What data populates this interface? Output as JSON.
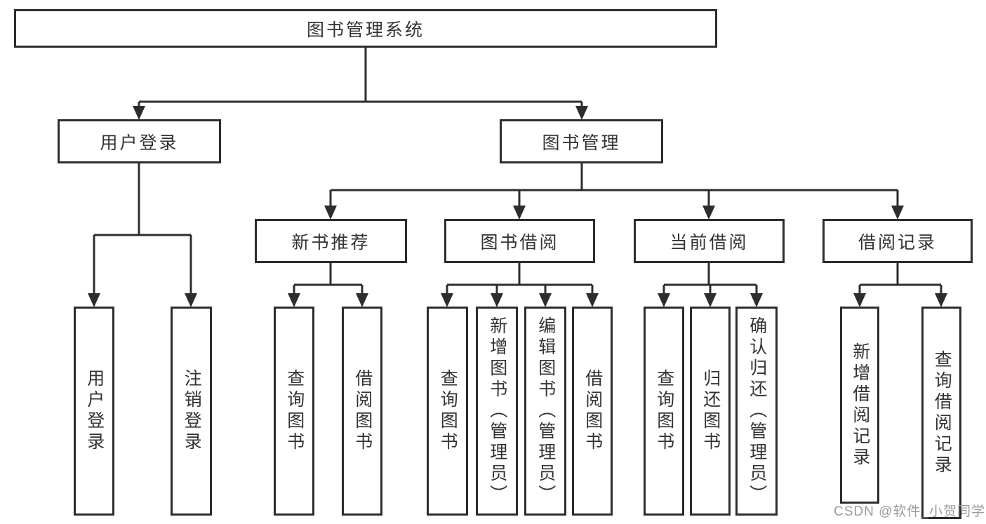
{
  "tree": {
    "root": {
      "label": "图书管理系统",
      "children": [
        {
          "label": "用户登录",
          "children": [
            {
              "label": "用户登录"
            },
            {
              "label": "注销登录"
            }
          ]
        },
        {
          "label": "图书管理",
          "children": [
            {
              "label": "新书推荐",
              "children": [
                {
                  "label": "查询图书"
                },
                {
                  "label": "借阅图书"
                }
              ]
            },
            {
              "label": "图书借阅",
              "children": [
                {
                  "label": "查询图书"
                },
                {
                  "label": "新增图书（管理员）"
                },
                {
                  "label": "编辑图书（管理员）"
                },
                {
                  "label": "借阅图书"
                }
              ]
            },
            {
              "label": "当前借阅",
              "children": [
                {
                  "label": "查询图书"
                },
                {
                  "label": "归还图书"
                },
                {
                  "label": "确认归还（管理员）"
                }
              ]
            },
            {
              "label": "借阅记录",
              "children": [
                {
                  "label": "新增借阅记录"
                },
                {
                  "label": "查询借阅记录"
                }
              ]
            }
          ]
        }
      ]
    }
  },
  "watermark": {
    "text": "CSDN @软件_小贺同学"
  },
  "colors": {
    "line": "#2d2d2d",
    "text": "#333333",
    "watermark": "#9b9b9b",
    "background": "#ffffff"
  }
}
